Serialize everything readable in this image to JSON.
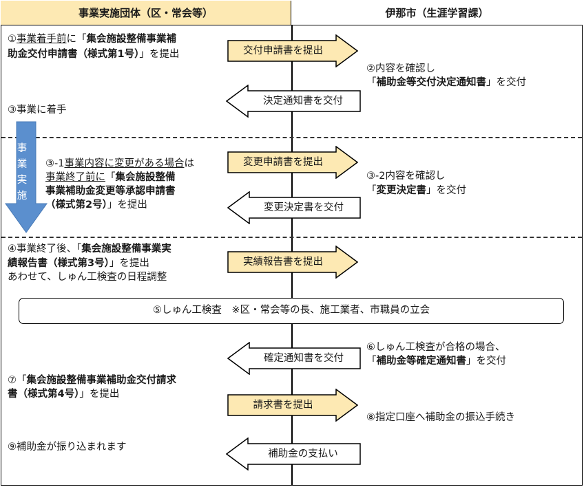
{
  "header": {
    "left_title": "事業実施団体（区・常会等）",
    "right_title": "伊那市（生涯学習課）"
  },
  "steps": {
    "s1": {
      "num": "①",
      "ul": "事業着手前",
      "mid": "に「",
      "bold1": "集会施設整備事業補",
      "bold2": "助金交付申請書（様式第1号）",
      "tail": "」を提出"
    },
    "s2": {
      "line1": "②内容を確認し",
      "open": "「",
      "bold": "補助金等交付決定通知書",
      "tail": "」を交付"
    },
    "s3": {
      "text": "③事業に着手"
    },
    "s31": {
      "num": "③-1",
      "ul1": "事業内容に変更がある場合",
      "t1": "は",
      "ul2": "事業終了前に",
      "open": "「",
      "bold1": "集会施設整備",
      "bold2": "事業補助金変更等承認申請書",
      "bold3": "（様式第2号）",
      "tail": "」を提出"
    },
    "s32": {
      "line1": "③-2内容を確認し",
      "open": "「",
      "bold": "変更決定書",
      "tail": "」を交付"
    },
    "s4": {
      "pre": "④事業終了後、「",
      "bold1": "集会施設整備事業実",
      "bold2": "績報告書（様式第3号）",
      "tail": "」を提出",
      "line3": "あわせて、しゅん工検査の日程調整"
    },
    "s5": {
      "text": "⑤しゅん工検査　※区・常会等の長、施工業者、市職員の立会"
    },
    "s6": {
      "line1": "⑥しゅん工検査が合格の場合、",
      "open": "「",
      "bold": "補助金等確定通知書",
      "tail": "」を交付"
    },
    "s7": {
      "pre": "⑦「",
      "bold1": "集会施設整備事業補助金交付請求",
      "bold2": "書（様式第4号）",
      "tail": "」を提出"
    },
    "s8": {
      "text": "⑧指定口座へ補助金の振込手続き"
    },
    "s9": {
      "text": "⑨補助金が振り込まれます"
    }
  },
  "arrows": {
    "a1": "交付申請書を提出",
    "a2": "決定通知書を交付",
    "a3": "変更申請書を提出",
    "a4": "変更決定書を交付",
    "a5": "実績報告書を提出",
    "a6": "確定通知書を交付",
    "a7": "請求書を提出",
    "a8": "補助金の支払い"
  },
  "progress_arrow": {
    "chars": [
      "事",
      "業",
      "実",
      "施"
    ],
    "color": "#5b8fce"
  },
  "colors": {
    "header_left_bg": "#fde9b3",
    "arrow_right_fill": "#fde9b3",
    "arrow_left_fill": "#ffffff"
  }
}
